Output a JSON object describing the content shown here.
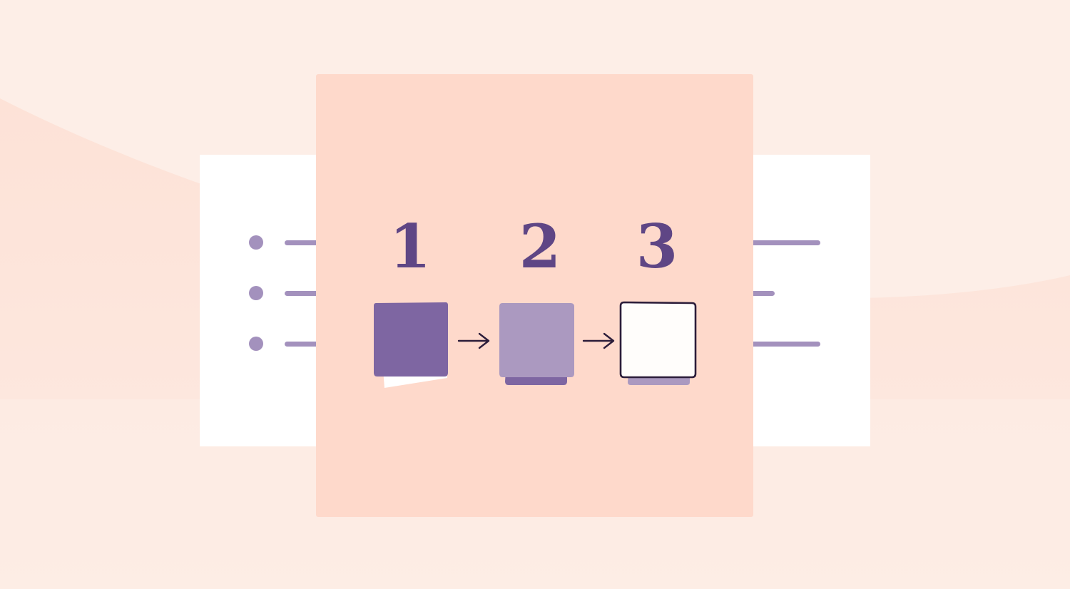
{
  "colors": {
    "background_light": "#fdf0ea",
    "background_wave": "#fde2d7",
    "panel": "#fed9cb",
    "card": "#ffffff",
    "accent_light": "#a391bd",
    "purple_dark": "#7e66a2",
    "purple_mid": "#ab99c0",
    "purple_shadow": "#7e66a2",
    "outline_dark": "#2c1d3a",
    "number_color": "#5f4685"
  },
  "steps": [
    {
      "number": "1",
      "icon": "filled-square-icon"
    },
    {
      "number": "2",
      "icon": "light-square-icon"
    },
    {
      "number": "3",
      "icon": "outline-square-icon"
    }
  ]
}
